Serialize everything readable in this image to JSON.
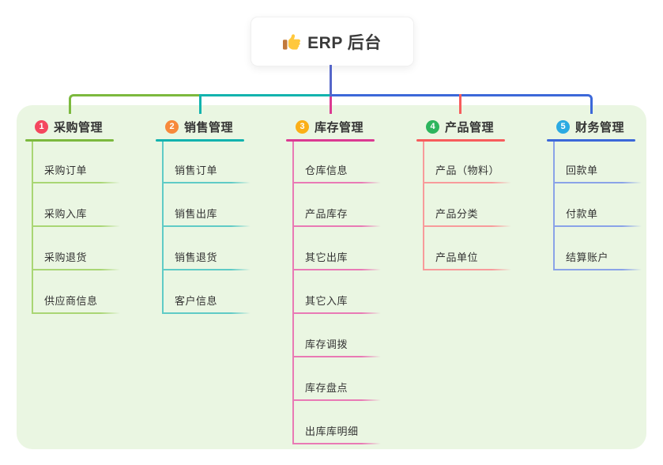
{
  "root": {
    "title": "ERP 后台",
    "icon": "thumbs-up-icon"
  },
  "branches": [
    {
      "num": "1",
      "label": "采购管理",
      "badge_color": "#F4475E",
      "color": "#7CB93E",
      "light": "#A9D674",
      "children": [
        "采购订单",
        "采购入库",
        "采购退货",
        "供应商信息"
      ]
    },
    {
      "num": "2",
      "label": "销售管理",
      "badge_color": "#F7893B",
      "color": "#13B3AE",
      "light": "#5FCBC6",
      "children": [
        "销售订单",
        "销售出库",
        "销售退货",
        "客户信息"
      ]
    },
    {
      "num": "3",
      "label": "库存管理",
      "badge_color": "#FBAF17",
      "color": "#DB3A92",
      "light": "#E97AB5",
      "children": [
        "仓库信息",
        "产品库存",
        "其它出库",
        "其它入库",
        "库存调拨",
        "库存盘点",
        "出库库明细"
      ]
    },
    {
      "num": "4",
      "label": "产品管理",
      "badge_color": "#2DB55D",
      "color": "#F75C5C",
      "light": "#F89B9B",
      "children": [
        "产品（物料）",
        "产品分类",
        "产品单位"
      ]
    },
    {
      "num": "5",
      "label": "财务管理",
      "badge_color": "#2BAAE2",
      "color": "#3C68D9",
      "light": "#8AA3E8",
      "children": [
        "回款单",
        "付款单",
        "结算账户"
      ]
    }
  ],
  "colors": {
    "panel": "#EAF6E2",
    "root_line": "#5566C9",
    "text": "#333333",
    "thumb_yellow": "#FFC83D",
    "thumb_cuff": "#C1793B"
  }
}
